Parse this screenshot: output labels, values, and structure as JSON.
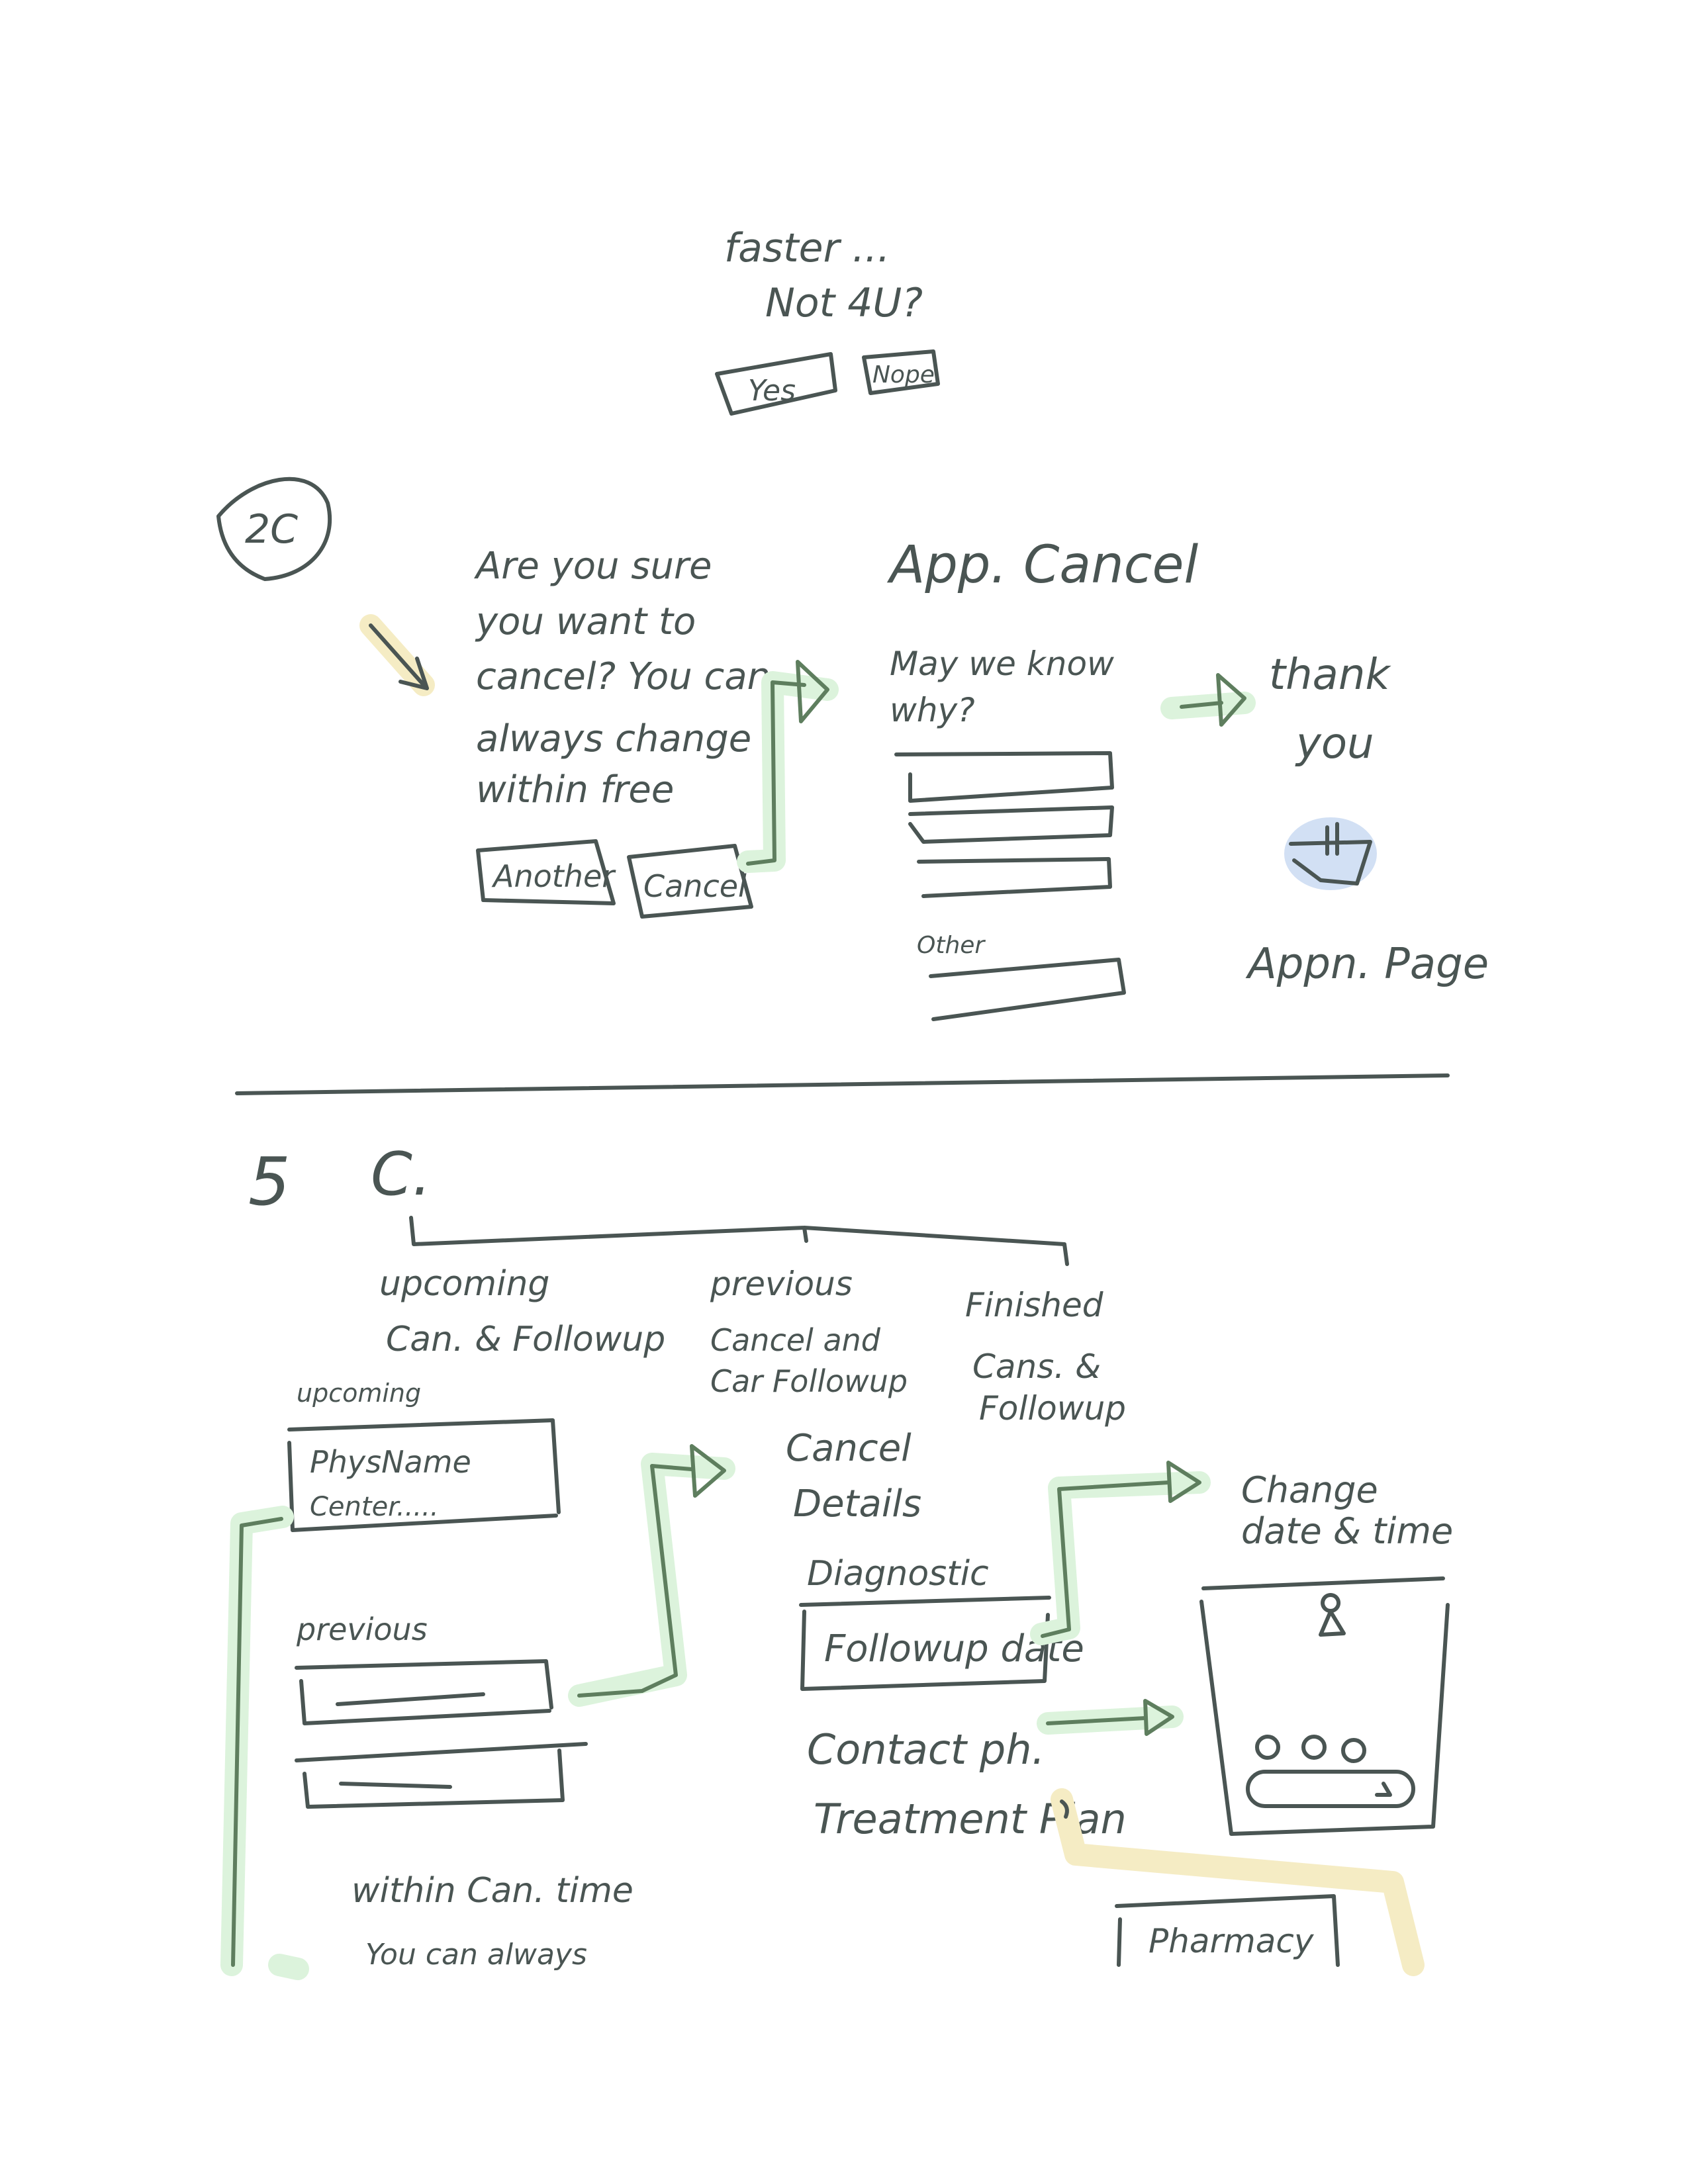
{
  "top": {
    "line1": "faster ...",
    "line2": "Not 4U?",
    "yes_button": "Yes",
    "nope_button": "Nope"
  },
  "section_2c": {
    "badge": "2C",
    "confirm_lines": [
      "Are you sure",
      "you want to",
      "cancel? You can",
      "always change",
      "within free"
    ],
    "another_button": "Another",
    "cancel_button": "Cancel",
    "app_cancel_title": "App. Cancel",
    "question_lines": [
      "May we know",
      "why?"
    ],
    "other_label": "Other",
    "thanks_lines": [
      "thank",
      "you"
    ],
    "app_page_label": "Appn. Page"
  },
  "section_5c": {
    "number": "5",
    "title": "C.",
    "category_upcoming": [
      "upcoming",
      "Can. & Followup"
    ],
    "category_previous": [
      "previous",
      "Cancel and",
      "Car Followup"
    ],
    "category_finished": [
      "Finished",
      "Cans. &",
      "Followup"
    ],
    "upcoming_label": "upcoming",
    "upcoming_card": [
      "PhysName",
      "Center....."
    ],
    "previous_label": "previous",
    "within_text": "within Can. time",
    "you_can_text": "You can always",
    "cancel_details": [
      "Cancel",
      "Details"
    ],
    "diagnostic": "Diagnostic",
    "followup_date": "Followup date",
    "contact": "Contact ph.",
    "treatment": "Treatment Plan",
    "change_date": [
      "Change",
      "date & time"
    ],
    "pharmacy": "Pharmacy"
  },
  "colors": {
    "ink": "#4a5553",
    "green": "#dcf3dc",
    "yellow": "#f5ecc4",
    "blue": "#d2e0f4"
  }
}
